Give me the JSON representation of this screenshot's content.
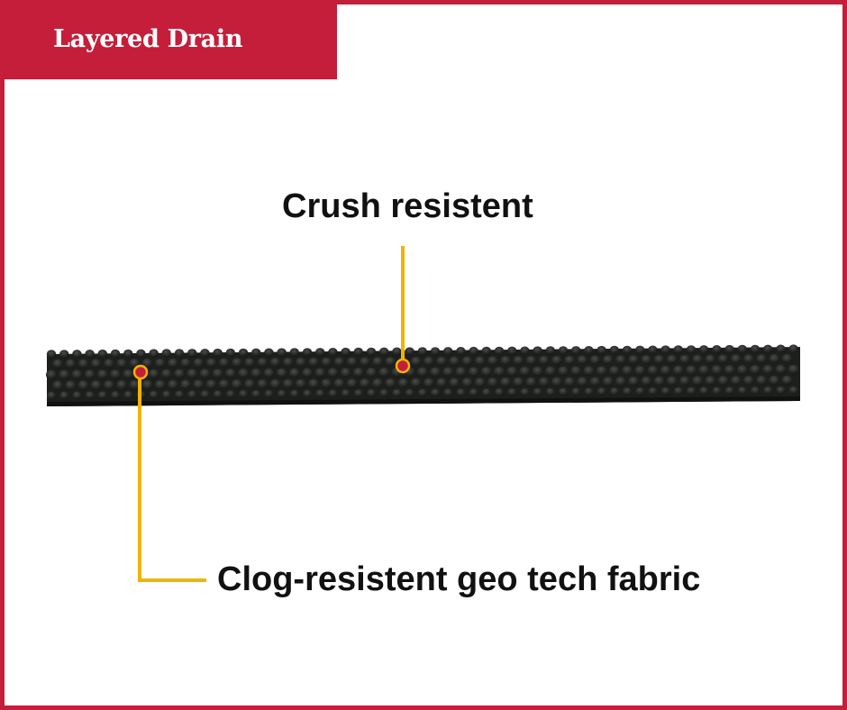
{
  "title": "Layered Drain",
  "callouts": {
    "top": "Crush resistent",
    "bottom": "Clog-resistent geo tech fabric"
  },
  "colors": {
    "brand_red": "#c41e3a",
    "callout_line": "#f0b400",
    "mat": "#262926"
  }
}
